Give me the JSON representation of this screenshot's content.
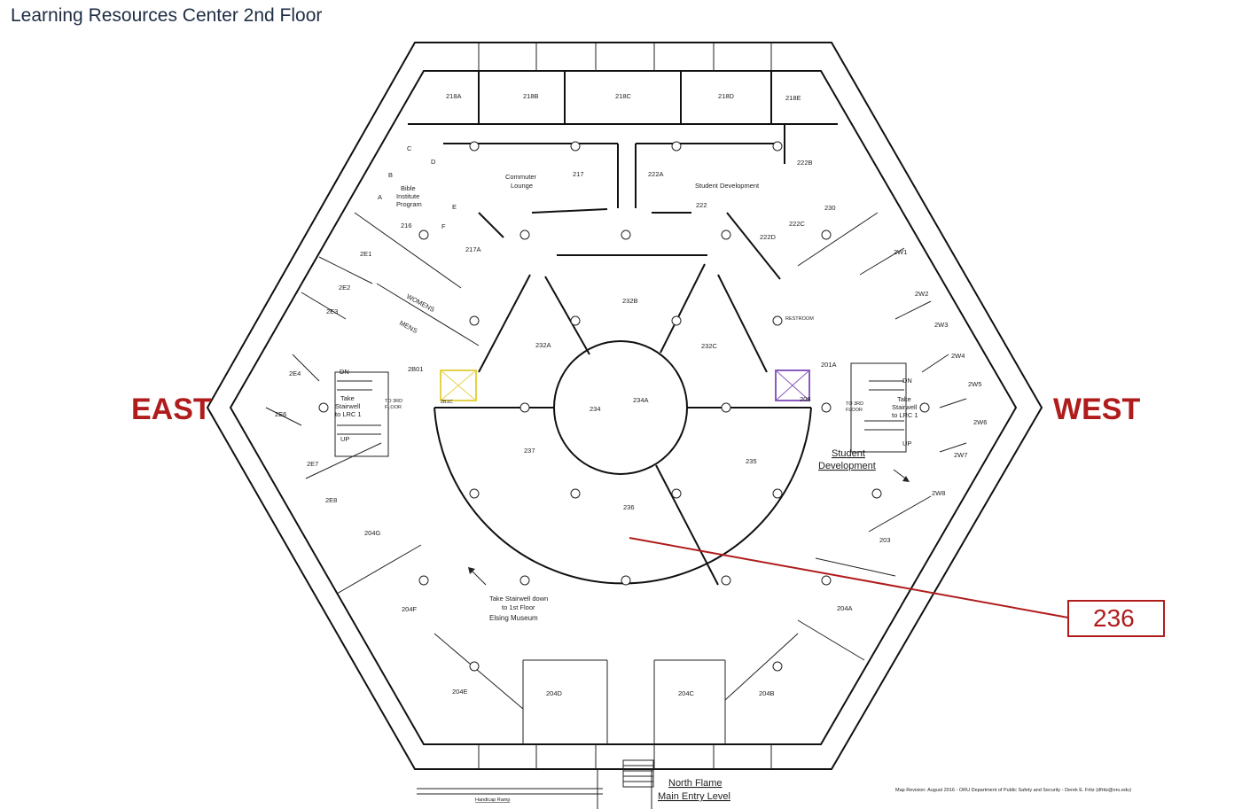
{
  "title": "Learning Resources Center 2nd Floor",
  "directions": {
    "east": "EAST",
    "west": "WEST"
  },
  "highlight": {
    "room": "236",
    "color": "#b01c1c"
  },
  "rooms": {
    "r218A": "218A",
    "r218B": "218B",
    "r218C": "218C",
    "r218D": "218D",
    "r218E": "218E",
    "r217": "217",
    "r217A": "217A",
    "r216": "216",
    "rA": "A",
    "rB": "B",
    "rC": "C",
    "rD": "D",
    "rE": "E",
    "rF": "F",
    "r222": "222",
    "r222A": "222A",
    "r222B": "222B",
    "r222C": "222C",
    "r222D": "222D",
    "r230": "230",
    "r2W1": "2W1",
    "r2W2": "2W2",
    "r2W3": "2W3",
    "r2W4": "2W4",
    "r2W5": "2W5",
    "r2W6": "2W6",
    "r2W7": "2W7",
    "r2W8": "2W8",
    "r2E1": "2E1",
    "r2E2": "2E2",
    "r2E3": "2E3",
    "r2E4": "2E4",
    "r2E6": "2E6",
    "r2E7": "2E7",
    "r2E8": "2E8",
    "r232A": "232A",
    "r232B": "232B",
    "r232C": "232C",
    "r234": "234",
    "r234A": "234A",
    "r235": "235",
    "r236": "236",
    "r237": "237",
    "r2B01": "2B01",
    "r2B1C": "2B1C",
    "r201A": "201A",
    "r208": "208",
    "r203": "203",
    "r204A": "204A",
    "r204B": "204B",
    "r204C": "204C",
    "r204D": "204D",
    "r204E": "204E",
    "r204F": "204F",
    "r204G": "204G",
    "womens": "WOMENS",
    "mens": "MENS",
    "restroom": "RESTROOM"
  },
  "labels": {
    "commuter_1": "Commuter",
    "commuter_2": "Lounge",
    "bible_1": "Bible",
    "bible_2": "Institute",
    "bible_3": "Program",
    "student_dev_top": "Student Development",
    "student_dev_1": "Student",
    "student_dev_2": "Development",
    "stair_east_1": "Take",
    "stair_east_2": "Stairwell",
    "stair_east_3": "to LRC 1",
    "stair_west_1": "Take",
    "stair_west_2": "Stairwell",
    "stair_west_3": "to LRC 1",
    "third_1": "TO 3RD",
    "third_2": "FLOOR",
    "third_w1": "TO 3RD",
    "third_w2": "FLOOR",
    "dn_east": "DN",
    "up_east": "UP",
    "dn_west": "DN",
    "up_west": "UP",
    "museum_1": "Take Stairwell down",
    "museum_2": "to 1st Floor",
    "museum_3": "Elsing Museum",
    "north_1": "North Flame",
    "north_2": "Main Entry Level",
    "ramp": "Handicap Ramp",
    "revision": "Map Revision: August 2016 - ORU Department of Public Safety and Security - Derek E. Fritz (dfritz@oru.edu)"
  }
}
